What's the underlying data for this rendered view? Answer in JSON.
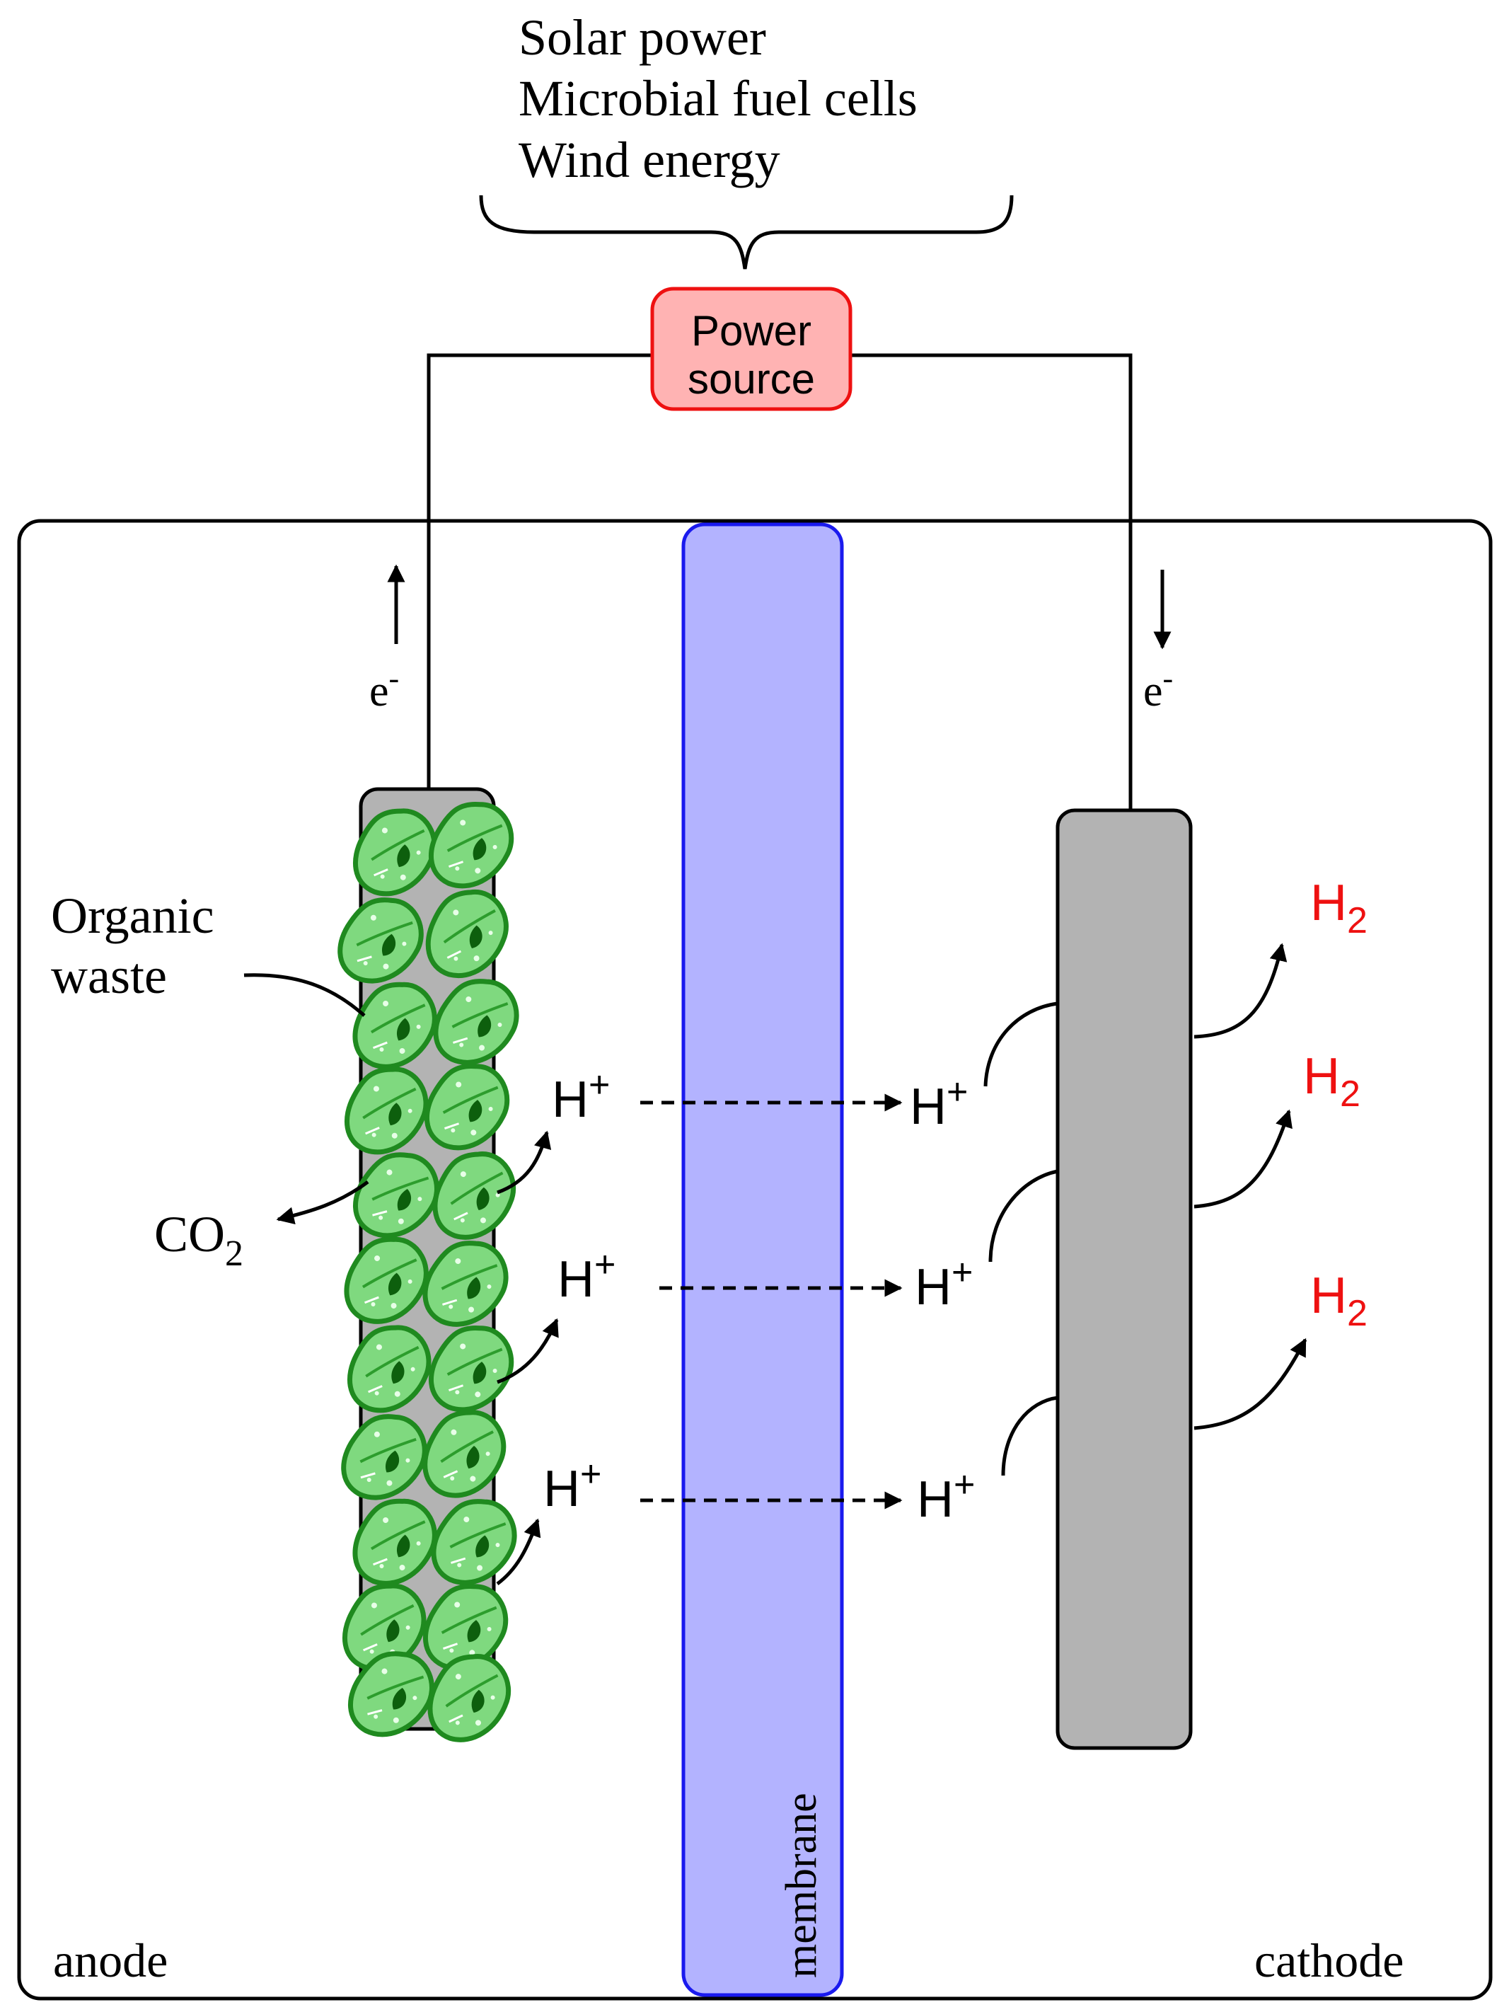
{
  "sources": {
    "lines": [
      "Solar power",
      "Microbial fuel cells",
      "Wind energy"
    ]
  },
  "power_source": {
    "line1": "Power",
    "line2": "source"
  },
  "electrodes": {
    "anode_label": "anode",
    "cathode_label": "cathode",
    "membrane_label": "membrane"
  },
  "electrons": {
    "anode_symbol": "e",
    "cathode_symbol": "e",
    "charge": "-"
  },
  "organic_waste": {
    "line1": "Organic",
    "line2": "waste"
  },
  "co2": {
    "base": "CO",
    "subscript": "2"
  },
  "protons": {
    "base": "H",
    "charge": "+"
  },
  "hydrogen": {
    "base": "H",
    "subscript": "2"
  },
  "colors": {
    "power_source_fill": "#ffb3b3",
    "power_source_stroke": "#ee1111",
    "membrane_fill": "#b3b3ff",
    "membrane_stroke": "#1a1aee",
    "electrode_fill": "#b3b3b3",
    "microbe_fill": "#7fd97f",
    "microbe_stroke": "#1f8a1f",
    "hydrogen_text": "#ee1111"
  }
}
